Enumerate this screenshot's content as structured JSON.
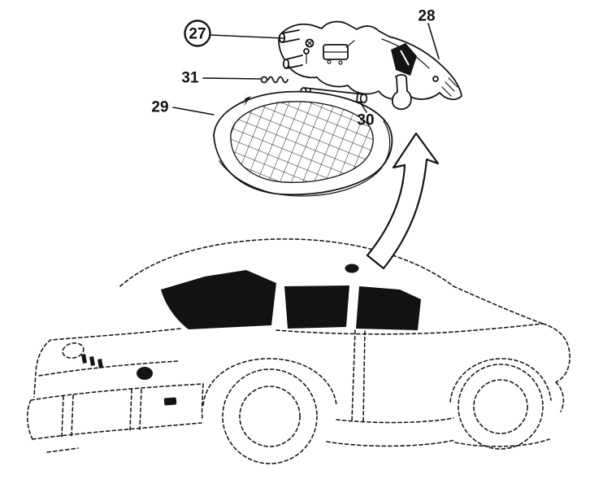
{
  "diagram": {
    "kind": "exploded-parts-diagram",
    "subject": "interior-lamp-assembly-and-car-location",
    "part_labels": {
      "p27": "27",
      "p28": "28",
      "p29": "29",
      "p30": "30",
      "p31": "31"
    },
    "colors": {
      "ink": "#141414",
      "background": "#ffffff",
      "glass": "#121212"
    }
  }
}
